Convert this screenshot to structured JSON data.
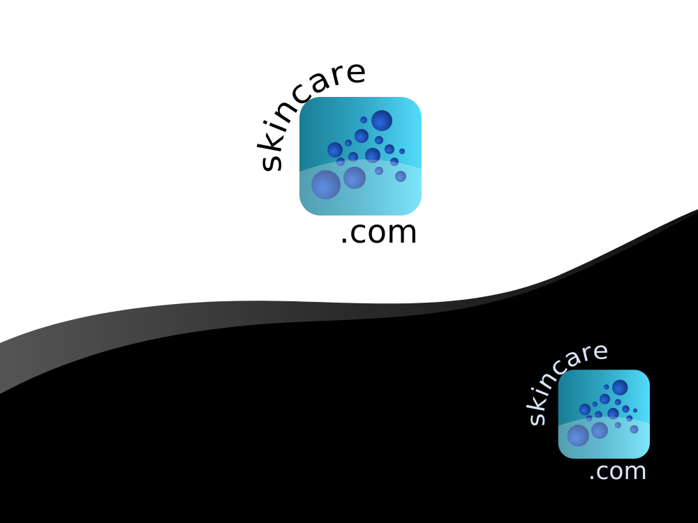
{
  "logo_primary": {
    "name_text": "skincare",
    "suffix_text": ".com"
  },
  "logo_inverse": {
    "name_text": "skincare",
    "suffix_text": ".com"
  },
  "colors": {
    "background_top": "#ffffff",
    "background_bottom": "#000000",
    "icon_gradient_start": "#1a7d94",
    "icon_gradient_end": "#52dcfa",
    "bubble": "#1d4fb8",
    "text_primary": "#000000",
    "text_inverse": "#d9e4f7"
  }
}
